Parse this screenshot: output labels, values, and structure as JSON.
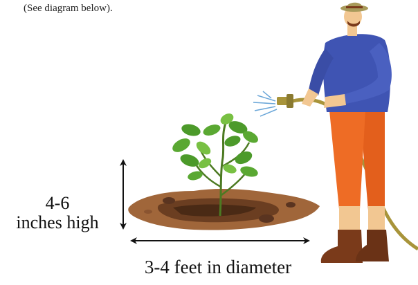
{
  "caption": "(See diagram below).",
  "height_label": {
    "line1": "4-6",
    "line2": "inches high"
  },
  "diameter_label": "3-4 feet in diameter",
  "colors": {
    "soil_light": "#a0663a",
    "soil_dark": "#6b3e21",
    "leaf": "#4c9a2a",
    "leaf_light": "#78c043",
    "shirt": "#3f54b3",
    "pants": "#ee6c25",
    "skin": "#f2c792",
    "boots": "#7a3a1a",
    "hose": "#a8943a",
    "hat": "#a89a5a"
  },
  "icons": [
    "vertical-double-arrow-icon",
    "horizontal-double-arrow-icon",
    "plant-icon",
    "gardener-icon",
    "water-spray-icon"
  ]
}
